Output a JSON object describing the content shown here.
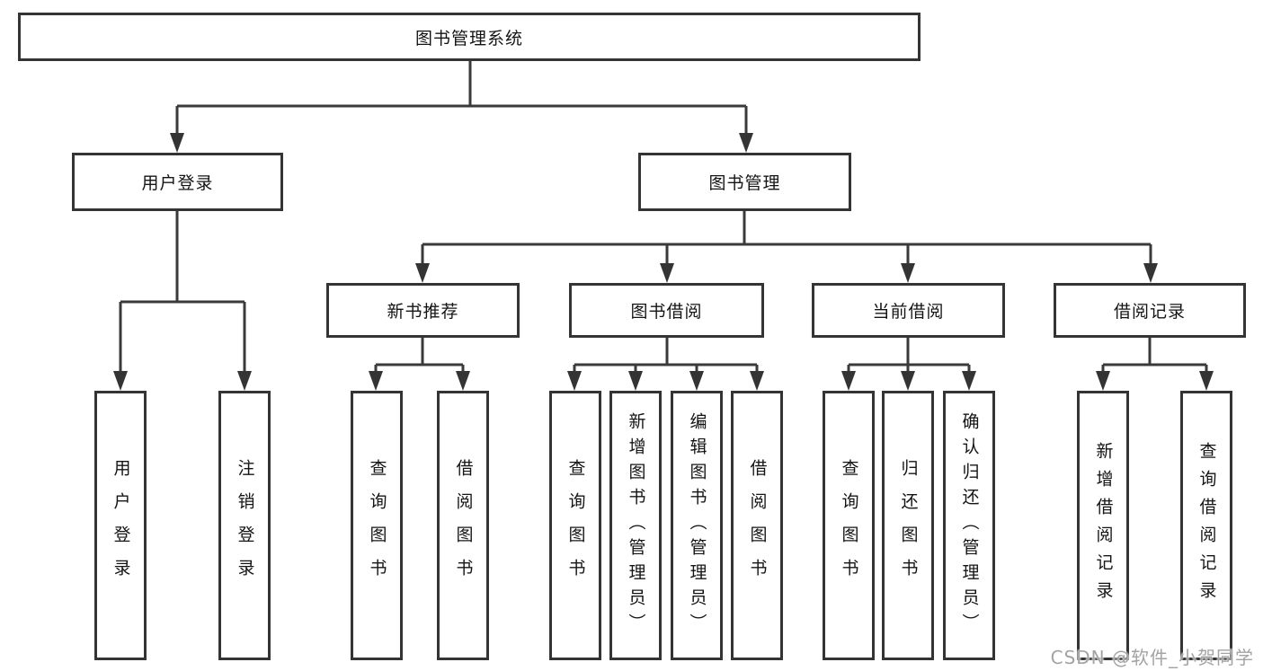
{
  "diagram": {
    "root": {
      "label": "图书管理系统"
    },
    "user_branch": {
      "label": "用户登录",
      "children": [
        {
          "label": "用户登录"
        },
        {
          "label": "注销登录"
        }
      ]
    },
    "book_branch": {
      "label": "图书管理",
      "sections": [
        {
          "label": "新书推荐",
          "children": [
            {
              "label": "查询图书"
            },
            {
              "label": "借阅图书"
            }
          ]
        },
        {
          "label": "图书借阅",
          "children": [
            {
              "label": "查询图书"
            },
            {
              "label": "新增图书（管理员）"
            },
            {
              "label": "编辑图书（管理员）"
            },
            {
              "label": "借阅图书"
            }
          ]
        },
        {
          "label": "当前借阅",
          "children": [
            {
              "label": "查询图书"
            },
            {
              "label": "归还图书"
            },
            {
              "label": "确认归还（管理员）"
            }
          ]
        },
        {
          "label": "借阅记录",
          "children": [
            {
              "label": "新增借阅记录"
            },
            {
              "label": "查询借阅记录"
            }
          ]
        }
      ]
    }
  },
  "watermark": {
    "text": "CSDN @软件_小贺同学"
  },
  "colors": {
    "line": "#3a3a3a",
    "arrow": "#343434",
    "box_border": "#343434",
    "text": "#141414",
    "watermark_text": "#a3a3a3",
    "background": "#ffffff"
  }
}
